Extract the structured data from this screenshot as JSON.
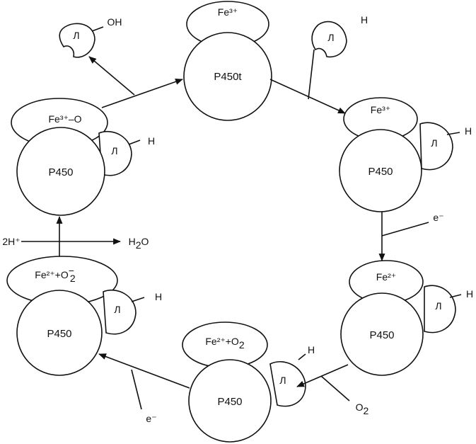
{
  "labels": {
    "p450t": "P450t",
    "p450": "P450",
    "ligand": "Л",
    "h": "H",
    "oh": "OH",
    "e_minus": "e⁻",
    "fe3_top": "Fe³⁺",
    "fe3_right": "Fe³⁺",
    "fe2_right": "Fe²⁺",
    "fe3o": "Fe³⁺–O",
    "fe2o2": {
      "main": "Fe²⁺+O",
      "sub": "2"
    },
    "fe2o2minus": {
      "main": "Fe²⁺+O",
      "sub": "2",
      "sup": "−"
    },
    "o2": {
      "main": "O",
      "sub": "2"
    },
    "twoH": "2H⁺",
    "water": {
      "pre": "H",
      "sub": "2",
      "post": "O"
    }
  }
}
